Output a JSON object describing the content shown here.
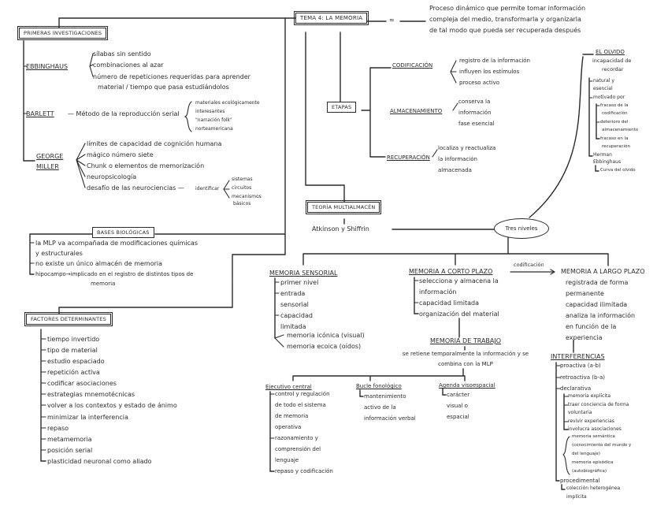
{
  "title": {
    "box": "TEMA 4: LA MEMORIA",
    "approx": "≈",
    "definition": [
      "Proceso dinámico que permite tomar información",
      "compleja del medio, transformarla y organizarla",
      "de tal modo que pueda ser recuperada después"
    ]
  },
  "primeras": {
    "box": "PRIMERAS INVESTIGACIONES",
    "ebbinghaus": {
      "label": "EBBINGHAUS",
      "items": [
        "sílabas sin sentido",
        "combinaciones al azar",
        "número de repeticiones requeridas para aprender",
        "material / tiempo que pasa estudiándolos"
      ]
    },
    "barlett": {
      "label": "BARLETT",
      "method": "— Método de la reproducción serial",
      "notes": [
        "materiales ecológicamente",
        "interesantes",
        "\"narración folk\"",
        "norteamericana"
      ]
    },
    "miller": {
      "label1": "GEORGE",
      "label2": "MILLER",
      "items": [
        "límites de capacidad de cognición humana",
        "mágico número siete",
        "Chunk o elementos de memorización",
        "neuropsicología",
        "desafío de las neurociencias —"
      ],
      "identify": "identificar",
      "identify_items": [
        "sistemas",
        "circuitos",
        "mecanismos",
        "básicos"
      ]
    }
  },
  "etapas": {
    "box": "ETAPAS",
    "codificacion": {
      "label": "CODIFICACIÓN",
      "items": [
        "registro de la información",
        "influyen los estímulos",
        "proceso activo"
      ]
    },
    "almacenamiento": {
      "label": "ALMACENAMIENTO",
      "items": [
        "conserva la",
        "información",
        "fase esencial"
      ]
    },
    "recuperacion": {
      "label": "RECUPERACIÓN",
      "items": [
        "localiza y reactualiza",
        "la información",
        "almacenada"
      ]
    }
  },
  "olvido": {
    "title": "EL OLVIDO",
    "subtitle": [
      "incapacidad de",
      "recordar"
    ],
    "items": [
      "natural y",
      "esencial",
      "motivado por"
    ],
    "causes": [
      "fracaso de la",
      "codificación",
      "deterioro del",
      "almacenamiento",
      "fracaso en la",
      "recuperación"
    ],
    "author": [
      "Herman",
      "Ebbinghaus"
    ],
    "curve": "Curva del olvido"
  },
  "teoria": {
    "box": "TEORÍA MULTIALMACÉN",
    "authors": "Atkinson y Shiffrin",
    "oval": "Tres niveles"
  },
  "bases": {
    "box": "BASES BIOLÓGICAS",
    "items": [
      "la MLP va acompañada de modificaciones químicas",
      "y estructurales",
      "no existe un único almacén de memoria",
      "hipocampo→implicado en el registro de distintos tipos de",
      "memoria"
    ]
  },
  "factores": {
    "box": "FACTORES DETERMINANTES",
    "items": [
      "tiempo invertido",
      "tipo de material",
      "estudio espaciado",
      "repetición activa",
      "codificar asociaciones",
      "estrategias mnemotécnicas",
      "volver a los contextos y estado de ánimo",
      "minimizar la interferencia",
      "repaso",
      "metamemoria",
      "posición serial",
      "plasticidad neuronal como aliado"
    ]
  },
  "sensorial": {
    "title": "MEMORIA SENSORIAL",
    "items": [
      "primer nivel",
      "entrada",
      "sensorial",
      "capacidad",
      "limitada"
    ],
    "types": [
      "memoria icónica (visual)",
      "memoria ecoica (oídos)"
    ]
  },
  "corto": {
    "title": "MEMORIA A CORTO PLAZO",
    "items": [
      "selecciona y almacena la",
      "información",
      "capacidad limitada",
      "organización del material"
    ],
    "arrow_label": "codificación"
  },
  "largo": {
    "title": "MEMORIA A LARGO PLAZO",
    "items": [
      "registrada de forma",
      "permanente",
      "capacidad ilimitada",
      "analiza la información",
      "en función de la",
      "experiencia"
    ]
  },
  "trabajo": {
    "title": "MEMORIA DE TRABAJO",
    "desc": [
      "se retiene temporalmente la información y se",
      "combina con la MLP"
    ],
    "ejecutivo": {
      "title": "Ejecutivo central",
      "items": [
        "control y regulación",
        "de todo el sistema",
        "de memoria",
        "operativa",
        "razonamiento y",
        "comprensión del",
        "lenguaje",
        "repaso y codificación"
      ]
    },
    "bucle": {
      "title": "Bucle fonológico",
      "items": [
        "mantenimiento",
        "activo de la",
        "información verbal"
      ]
    },
    "agenda": {
      "title": "Agenda visoespacial",
      "items": [
        "carácter",
        "visual o",
        "espacial"
      ]
    }
  },
  "interferencias": {
    "title": "INTERFERENCIAS",
    "items": [
      "proactiva (a-b)",
      "retroactiva (b-a)",
      "declarativa"
    ],
    "declarativa_items": [
      "memoria explícita",
      "traer conciencia de forma",
      "voluntaria",
      "revivir experiencias",
      "involucra asociaciones"
    ],
    "types": [
      "memoria semántica",
      "(conocimiento del mundo y",
      "del lenguaje)",
      "memoria episódica",
      "(autobiográfica)"
    ],
    "procedimental": "procedimental",
    "procedimental_items": [
      "colección heterogénea",
      "implícita"
    ]
  },
  "colors": {
    "ink": "#2b2b2b",
    "background": "#ffffff"
  }
}
